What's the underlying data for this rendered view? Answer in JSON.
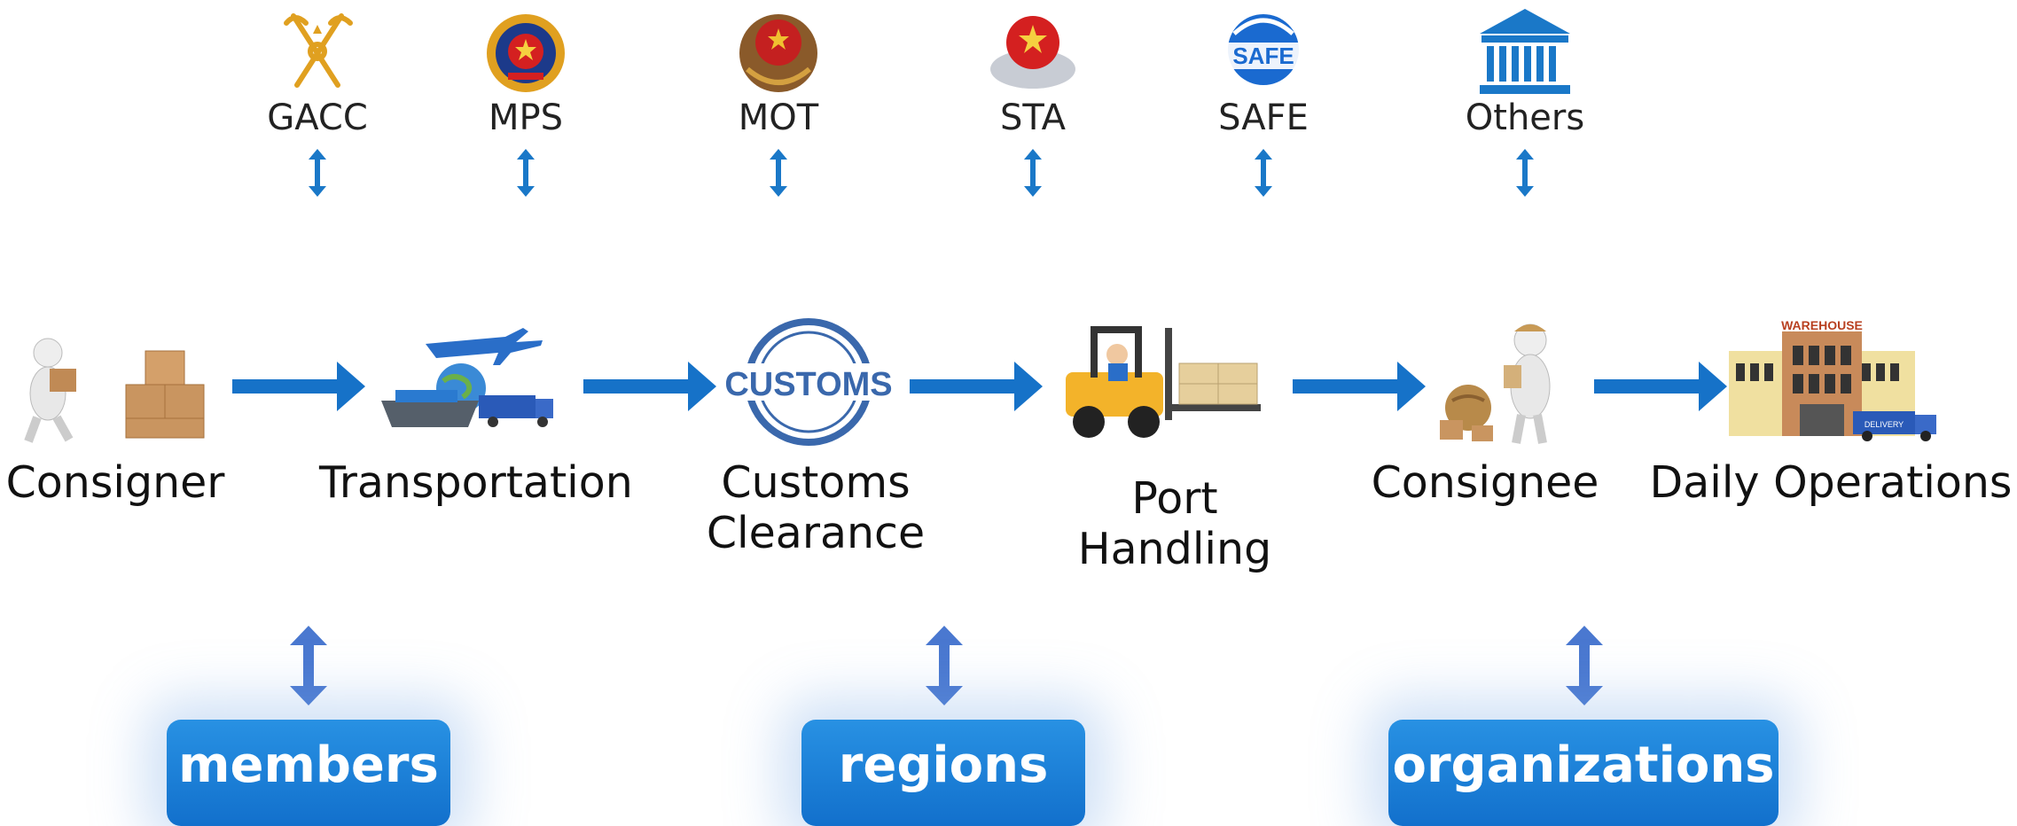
{
  "agencies": [
    {
      "name": "GACC",
      "icon": "customs-emblem-icon"
    },
    {
      "name": "MPS",
      "icon": "police-emblem-icon"
    },
    {
      "name": "MOT",
      "icon": "transport-emblem-icon"
    },
    {
      "name": "STA",
      "icon": "tax-emblem-icon"
    },
    {
      "name": "SAFE",
      "icon": "safe-logo-icon",
      "logo_text": "SAFE"
    },
    {
      "name": "Others",
      "icon": "government-building-icon"
    }
  ],
  "stages": [
    {
      "label": "Consigner",
      "icon": "person-with-boxes-icon"
    },
    {
      "label": "Transportation",
      "icon": "ship-plane-truck-icon"
    },
    {
      "label": "Customs\nClearance",
      "icon": "customs-stamp-icon",
      "stamp_text": "CUSTOMS"
    },
    {
      "label": "Port Handling",
      "icon": "forklift-icon"
    },
    {
      "label": "Consignee",
      "icon": "person-with-clipboard-icon"
    },
    {
      "label": "Daily Operations",
      "icon": "warehouse-icon",
      "sign_text": "WAREHOUSE",
      "truck_text": "DELIVERY"
    }
  ],
  "groups": [
    {
      "label": "members"
    },
    {
      "label": "regions"
    },
    {
      "label": "organizations"
    }
  ],
  "colors": {
    "flow_arrow": "#1672c8",
    "agency_arrow": "#1a78c8",
    "group_arrow": "#4a78d0",
    "pill_top": "#2891e3",
    "pill_bottom": "#1270cc"
  }
}
